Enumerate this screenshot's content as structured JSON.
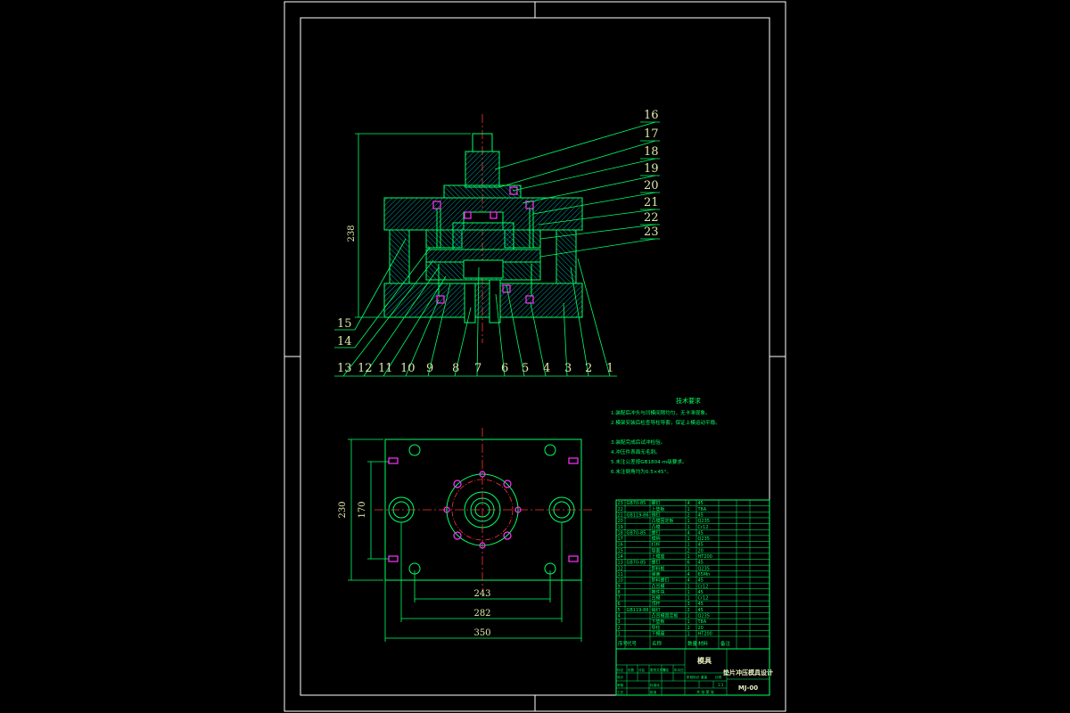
{
  "drawing": {
    "part_numbers": [
      "1",
      "2",
      "3",
      "4",
      "5",
      "6",
      "7",
      "8",
      "9",
      "10",
      "11",
      "12",
      "13",
      "14",
      "15",
      "16",
      "17",
      "18",
      "19",
      "20",
      "21",
      "22",
      "23"
    ],
    "dim_height": "238",
    "dim_170": "170",
    "dim_230": "230",
    "dim_243": "243",
    "dim_282": "282",
    "dim_350": "350"
  },
  "notes": {
    "title": "技术要求",
    "lines": [
      "1.装配后冲头与凹模间隙均匀，无卡滞现象。",
      "2.模架安装后检查导柱导套，保证上模运动平稳。",
      "3.装配完成后试冲检验。",
      "4.冲压件表面无毛刺。",
      "5.未注公差按GB1804-m级要求。",
      "6.未注倒角均为0.5×45°。"
    ]
  },
  "bom": {
    "header": [
      "序号",
      "代号",
      "名称",
      "数量",
      "材料",
      "备注"
    ],
    "rows": [
      [
        "23",
        "GB70-85",
        "螺钉",
        "4",
        "45",
        ""
      ],
      [
        "22",
        "",
        "上垫板",
        "1",
        "T8A",
        ""
      ],
      [
        "21",
        "GB119-86",
        "销钉",
        "2",
        "45",
        ""
      ],
      [
        "20",
        "",
        "凸模固定板",
        "1",
        "Q235",
        ""
      ],
      [
        "19",
        "",
        "凸模",
        "1",
        "Cr12",
        ""
      ],
      [
        "18",
        "GB70-85",
        "螺钉",
        "4",
        "45",
        ""
      ],
      [
        "17",
        "",
        "模柄",
        "1",
        "Q235",
        ""
      ],
      [
        "16",
        "",
        "打杆",
        "1",
        "45",
        ""
      ],
      [
        "15",
        "",
        "导套",
        "2",
        "20",
        ""
      ],
      [
        "14",
        "",
        "上模座",
        "1",
        "HT200",
        ""
      ],
      [
        "13",
        "GB70-85",
        "螺钉",
        "6",
        "45",
        ""
      ],
      [
        "12",
        "",
        "卸料板",
        "1",
        "Q235",
        ""
      ],
      [
        "11",
        "",
        "弹簧",
        "4",
        "65Mn",
        ""
      ],
      [
        "10",
        "",
        "卸料螺钉",
        "4",
        "45",
        ""
      ],
      [
        "9",
        "",
        "凸凹模",
        "1",
        "Cr12",
        ""
      ],
      [
        "8",
        "",
        "推件块",
        "1",
        "45",
        ""
      ],
      [
        "7",
        "",
        "凹模",
        "1",
        "Cr12",
        ""
      ],
      [
        "6",
        "",
        "顶杆",
        "3",
        "45",
        ""
      ],
      [
        "5",
        "GB119-86",
        "销钉",
        "2",
        "45",
        ""
      ],
      [
        "4",
        "",
        "凸凹模固定板",
        "1",
        "Q235",
        ""
      ],
      [
        "3",
        "",
        "下垫板",
        "1",
        "T8A",
        ""
      ],
      [
        "2",
        "",
        "导柱",
        "2",
        "20",
        ""
      ],
      [
        "1",
        "",
        "下模座",
        "1",
        "HT200",
        ""
      ]
    ]
  },
  "title_block": {
    "part_name": "模具",
    "drawing_title": "垫片冲压模具设计",
    "drawing_code": "MJ-00",
    "labels": [
      "标记",
      "处数",
      "分区",
      "更改文件号",
      "签名",
      "年月日"
    ],
    "labels2": [
      "设计",
      "审核",
      "工艺",
      "标准化",
      "批准"
    ],
    "stage_labels": [
      "阶段标记",
      "重量",
      "比例"
    ],
    "scale": "1:1",
    "sheet": "共 张 第 张"
  },
  "colors": {
    "frame": "#ffffff",
    "line": "#00ff66",
    "hatch": "#00cccc",
    "center": "#ff3333",
    "magenta": "#ff33ff",
    "text": "#dfe8a8"
  }
}
